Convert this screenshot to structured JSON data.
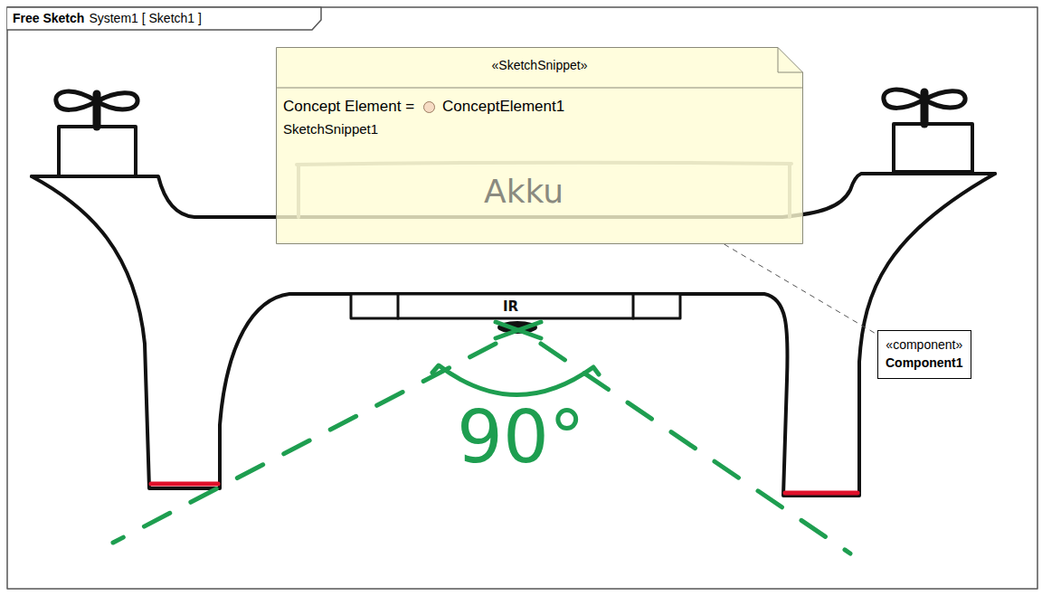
{
  "diagram": {
    "title": "Free Sketch",
    "nodes": [
      {
        "text": [
          "«SketchSnippet»",
          "Concept Element =",
          "ConceptElement1",
          "SketchSnippet1"
        ]
      },
      {
        "text": [
          "«component»",
          "Component1"
        ]
      }
    ],
    "edges": [
      {
        "from": 0,
        "to": 1,
        "arrow": "none"
      }
    ],
    "labels": [
      "System1 [ Sketch1 ]",
      "Akku",
      "IR",
      "90°"
    ]
  }
}
